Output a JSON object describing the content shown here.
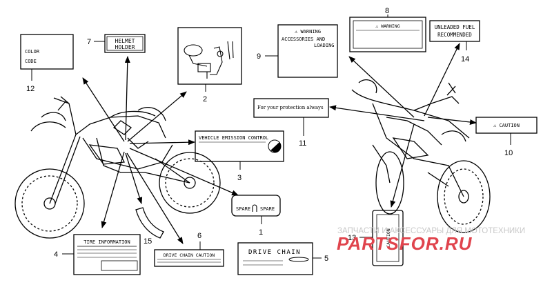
{
  "parts": [
    {
      "num": "1",
      "label": "SPARE",
      "label2": "SPARE"
    },
    {
      "num": "2"
    },
    {
      "num": "3",
      "label": "VEHICLE EMISSION CONTROL"
    },
    {
      "num": "4",
      "label": "TIRE INFORMATION"
    },
    {
      "num": "5",
      "label": "DRIVE CHAIN"
    },
    {
      "num": "6",
      "label": "DRIVE CHAIN CAUTION"
    },
    {
      "num": "7",
      "label": "HELMET",
      "label2": "HOLDER"
    },
    {
      "num": "8",
      "label": "⚠ WARNING"
    },
    {
      "num": "9",
      "label": "⚠ WARNING",
      "label2": "ACCESSORIES AND",
      "label3": "LOADING"
    },
    {
      "num": "10",
      "label": "⚠ CAUTION"
    },
    {
      "num": "11",
      "label": "For your protection always"
    },
    {
      "num": "12",
      "label": "COLOR",
      "label2": "CODE"
    },
    {
      "num": "13",
      "label": "CAUTION"
    },
    {
      "num": "14",
      "label": "UNLEADED FUEL",
      "label2": "RECOMMENDED"
    },
    {
      "num": "15"
    }
  ],
  "watermark": {
    "tagline": "ЗАПЧАСТИ И АКСЕССУАРЫ ДЛЯ МОТОТЕХНИКИ",
    "brand": "PARTSFOR.RU",
    "brand_color": "#e0444d",
    "tagline_color": "#c8c8c8"
  }
}
